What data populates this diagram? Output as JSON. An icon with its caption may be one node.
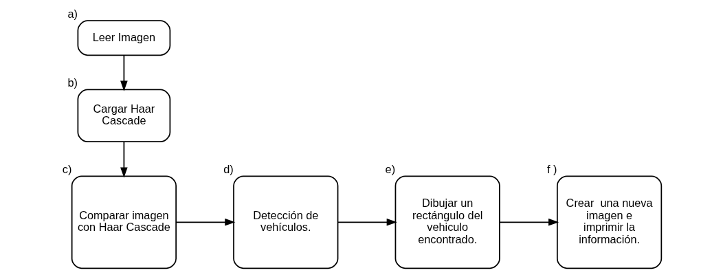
{
  "diagram": {
    "nodes": [
      {
        "text": [
          "Leer Imagen"
        ],
        "beside": [
          "a)"
        ]
      },
      {
        "text": [
          "Cargar Haar Cascade"
        ],
        "beside": [
          "b)"
        ]
      },
      {
        "text": [
          "Comparar imagen con Haar Cascade"
        ],
        "beside": [
          "c)"
        ]
      },
      {
        "text": [
          "Detección de vehículos."
        ],
        "beside": [
          "d)"
        ]
      },
      {
        "text": [
          "Dibujar un rectángulo del vehiculo encontrado."
        ],
        "beside": [
          "e)"
        ]
      },
      {
        "text": [
          "Crear  una nueva imagen e imprimir la información."
        ],
        "beside": [
          "f )"
        ]
      }
    ],
    "edges": [
      {
        "from": 0,
        "to": 1,
        "arrow": "to"
      },
      {
        "from": 1,
        "to": 2,
        "arrow": "to"
      },
      {
        "from": 2,
        "to": 3,
        "arrow": "to"
      },
      {
        "from": 3,
        "to": 4,
        "arrow": "to"
      },
      {
        "from": 4,
        "to": 5,
        "arrow": "to"
      }
    ]
  }
}
